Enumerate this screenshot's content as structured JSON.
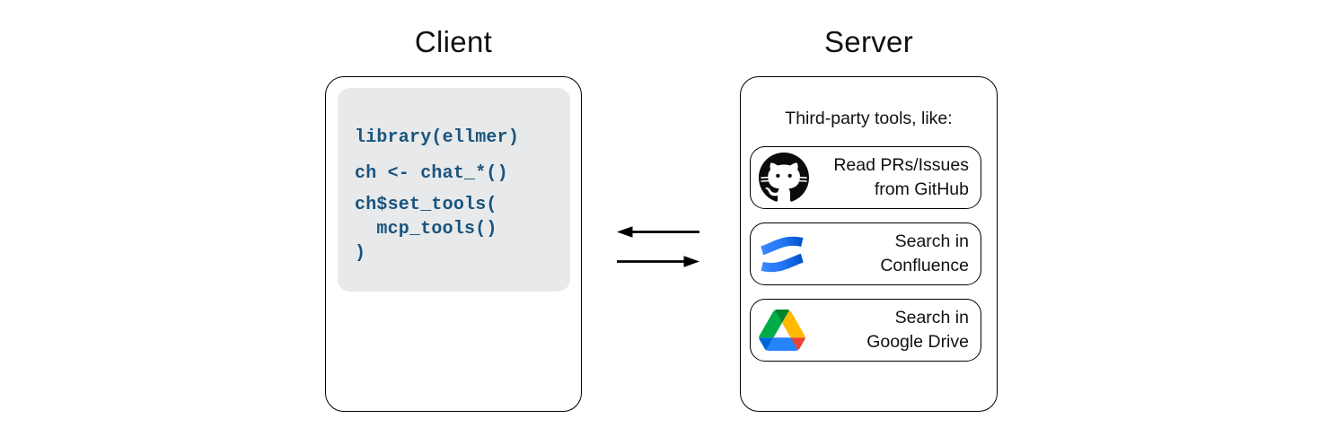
{
  "client": {
    "title": "Client",
    "code": {
      "lines": [
        "library(ellmer)",
        "ch <- chat_*()",
        "ch$set_tools(",
        "  mcp_tools()",
        ")"
      ],
      "text_color": "#19547E",
      "background": "#E8E9EA"
    }
  },
  "server": {
    "title": "Server",
    "subtitle": "Third-party tools, like:",
    "tools": [
      {
        "icon": "github-icon",
        "line1": "Read PRs/Issues",
        "line2": "from GitHub"
      },
      {
        "icon": "confluence-icon",
        "line1": "Search in",
        "line2": "Confluence"
      },
      {
        "icon": "google-drive-icon",
        "line1": "Search in",
        "line2": "Google Drive"
      }
    ]
  },
  "arrows": {
    "top_direction": "left",
    "bottom_direction": "right",
    "color": "#000000"
  },
  "colors": {
    "border": "#000000",
    "github_black": "#0b0b0b",
    "confluence_blue_light": "#2684FF",
    "confluence_blue_dark": "#0052CC",
    "drive_dark_green": "#00832D",
    "drive_green": "#00AC47",
    "drive_yellow": "#FFBA00",
    "drive_blue": "#0066DA",
    "drive_bright_blue": "#2684FC",
    "drive_red": "#EA4335"
  }
}
